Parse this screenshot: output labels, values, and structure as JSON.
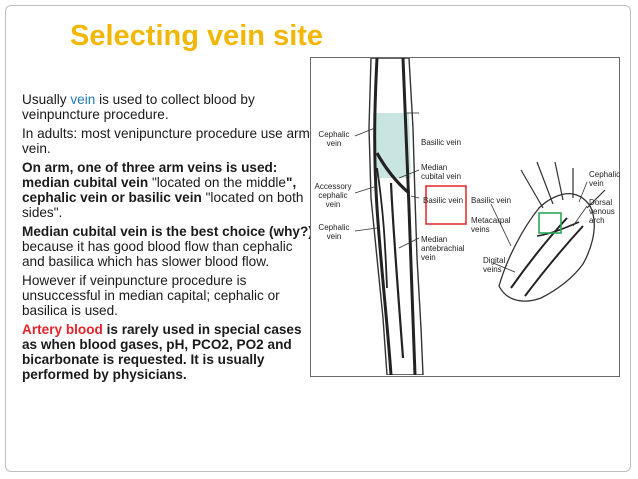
{
  "slide": {
    "title": "Selecting vein site",
    "paragraphs": {
      "p1": {
        "pre": "Usually ",
        "blue": "vein",
        "post": " is used to collect blood by veinpuncture procedure."
      },
      "p2": {
        "text": "In adults: most venipuncture procedure use arm vein."
      },
      "p3": {
        "b1": "On arm, one of three arm veins is used: median cubital vein ",
        "n1": "\"located on the middle",
        "b2": "\", cephalic vein or basilic vein ",
        "n2": "\"located on both sides\"."
      },
      "p4": {
        "b1": "Median cubital vein is the best choice (why?)",
        "n1": " because it has good blood flow than cephalic and basilica which has slower blood flow."
      },
      "p5": {
        "text": "However if veinpuncture procedure is unsuccessful in median capital; cephalic or basilica is used."
      },
      "p6": {
        "red": "Artery blood",
        "b1": " is rarely used in special cases as when blood gases, pH, PCO2, PO2 and bicarbonate is requested. It is usually performed by physicians."
      }
    }
  },
  "figure": {
    "labels": {
      "cephalic_vein_top": "Cephalic\nvein",
      "basilic_vein": "Basilic vein",
      "median_cubital_vein": "Median\ncubital vein",
      "accessory_cephalic_vein": "Accessory\ncephalic vein",
      "basilic_vein_mid": "Basilic vein",
      "cephalic_vein_low": "Cephalic\nvein",
      "median_antebrachial_vein": "Median\nantebrachial\nvein",
      "basilic_vein_hand": "Basilic vein",
      "metacarpal_veins": "Metacarpal\nveins",
      "digital_veins": "Digital\nveins",
      "cephalic_vein_hand": "Cephalic\nvein",
      "dorsal_venous_arch": "Dorsal\nvenous\narch"
    }
  },
  "colors": {
    "title": "#f2b705",
    "highlight_blue": "#1f7ab8",
    "highlight_red": "#e3242b",
    "arm_shade": "#bfe1dc",
    "box_red": "#e32626",
    "box_green": "#2aa65a"
  }
}
